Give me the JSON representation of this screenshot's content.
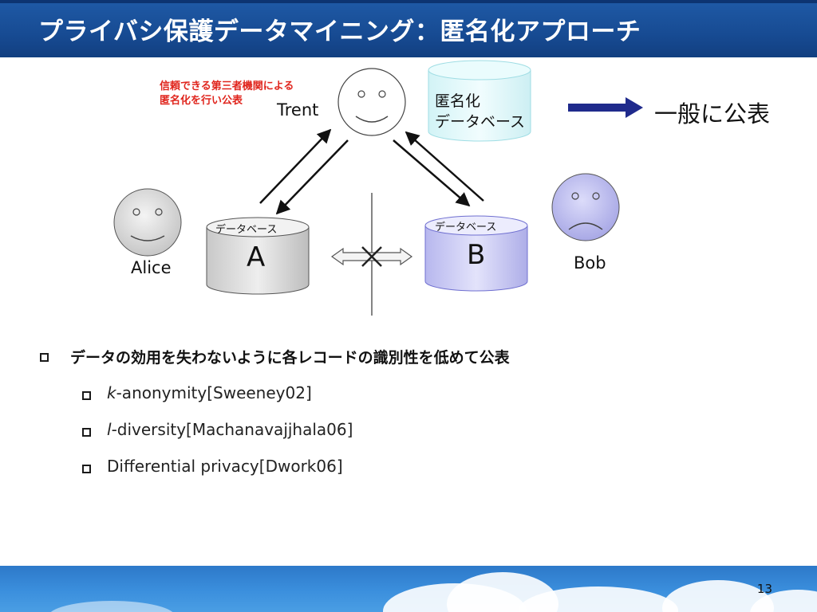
{
  "title": "プライバシ保護データマイニング：匿名化アプローチ",
  "diagram": {
    "trent_note": [
      "信頼できる第三者機関による",
      "匿名化を行い公表"
    ],
    "trent_label": "Trent",
    "anon_db": [
      "匿名化",
      "データベース"
    ],
    "publish_label": "一般に公表",
    "alice_label": "Alice",
    "bob_label": "Bob",
    "db_a": {
      "caption": "データベース",
      "letter": "A"
    },
    "db_b": {
      "caption": "データベース",
      "letter": "B"
    },
    "colors": {
      "anon_db": "#dcf6f8",
      "db_a": "#d6d6d6",
      "db_b": "#c9c9f5",
      "arrow": "#1f2a8c",
      "note": "#e0251d"
    }
  },
  "bullets": {
    "main": "データの効用を失わないように各レコードの識別性を低めて公表",
    "sub": [
      {
        "prefix": "k",
        "rest": "-anonymity[Sweeney02]"
      },
      {
        "prefix": "l",
        "rest": "-diversity[Machanavajjhala06]"
      },
      {
        "prefix": "",
        "rest": "Differential privacy[Dwork06]"
      }
    ]
  },
  "page_number": "13"
}
